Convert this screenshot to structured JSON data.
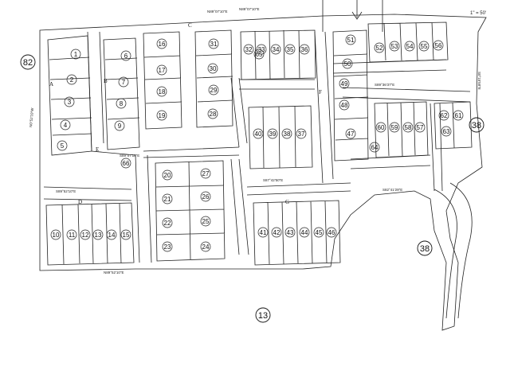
{
  "map": {
    "parcel_labels": [
      {
        "text": "82"
      },
      {
        "text": "38"
      },
      {
        "text": "38"
      },
      {
        "text": "13"
      }
    ],
    "block_letters": [
      "A",
      "B",
      "C",
      "D",
      "E",
      "F",
      "G"
    ],
    "scale_note": "1\" = 50'",
    "top_bearing": "N89°07'10\"E",
    "lots": [
      "1",
      "2",
      "3",
      "4",
      "5",
      "6",
      "7",
      "8",
      "9",
      "10",
      "11",
      "12",
      "13",
      "14",
      "15",
      "16",
      "17",
      "18",
      "19",
      "20",
      "21",
      "22",
      "23",
      "24",
      "25",
      "26",
      "27",
      "28",
      "29",
      "30",
      "31",
      "32",
      "33",
      "34",
      "35",
      "36",
      "37",
      "38",
      "39",
      "40",
      "41",
      "42",
      "43",
      "44",
      "45",
      "46",
      "47",
      "48",
      "49",
      "50",
      "51",
      "52",
      "53",
      "54",
      "55",
      "56",
      "57",
      "58",
      "59",
      "60",
      "61",
      "62",
      "63",
      "64",
      "65",
      "66"
    ]
  }
}
